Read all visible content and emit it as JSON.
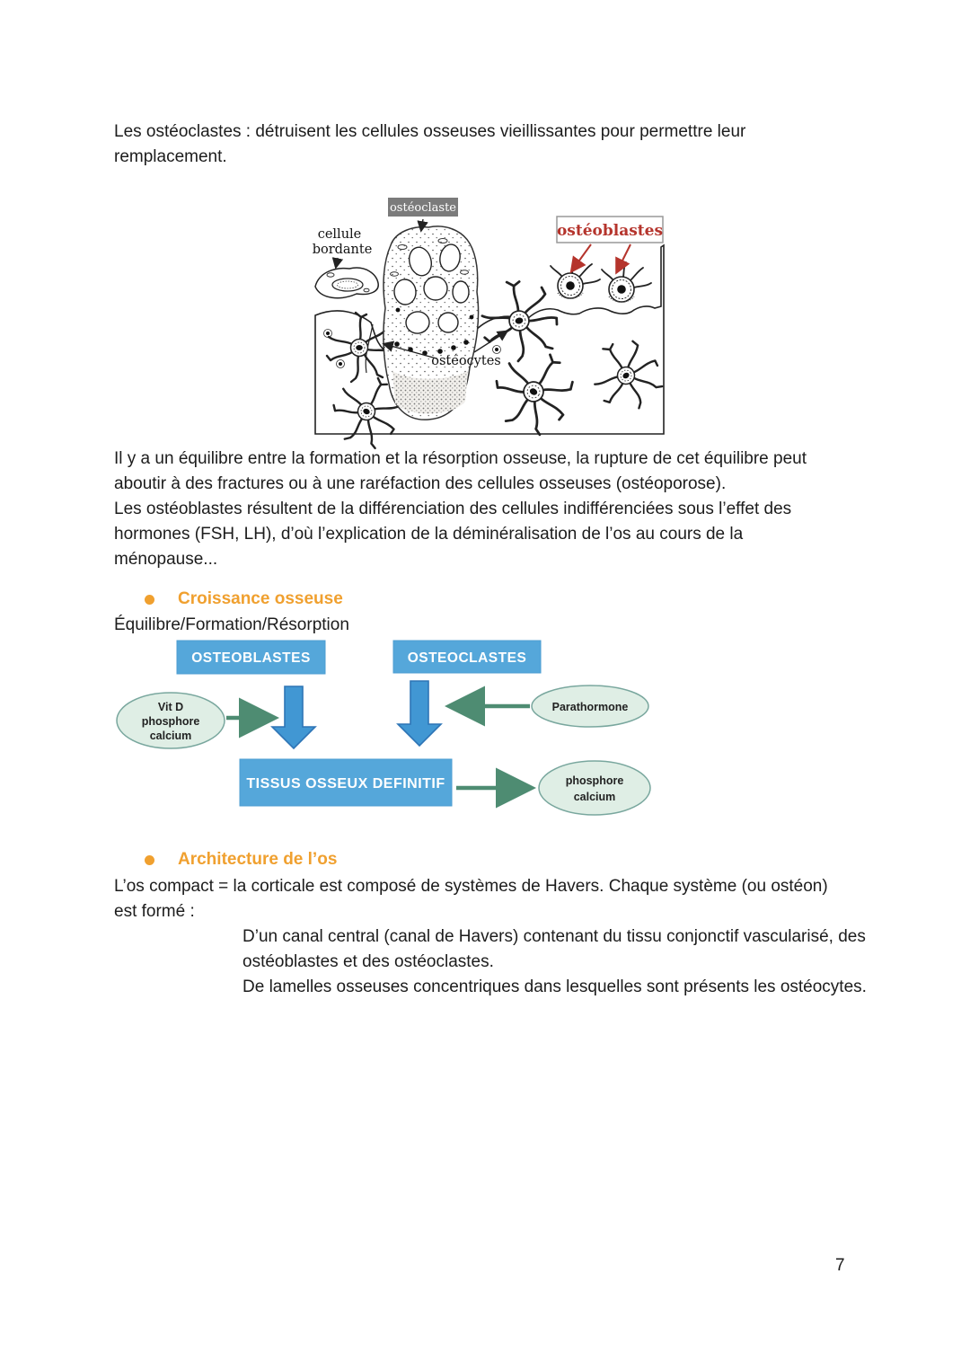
{
  "page": {
    "number": "7"
  },
  "para1": {
    "lines": {
      "0": "Les ostéoclastes : détruisent les cellules osseuses vieillissantes pour permettre leur",
      "1": "remplacement."
    }
  },
  "bone_diagram": {
    "osteoclaste_label": "ostéoclaste",
    "cellule_bordante_line1": "cellule",
    "cellule_bordante_line2": "bordante",
    "osteoblastes_label": "ostéoblastes",
    "osteocytes_label": "ostéocytes"
  },
  "para2": {
    "lines": {
      "0": "Il y a un équilibre entre la formation et la résorption osseuse, la rupture de cet équilibre peut",
      "1": "aboutir à des fractures ou à une raréfaction des cellules osseuses (ostéoporose).",
      "2": "Les ostéoblastes résultent de la différenciation des cellules indifférenciées sous l’effet des",
      "3": "hormones (FSH, LH), d’où l’explication de la déminéralisation de l’os au cours de la",
      "4": "ménopause..."
    }
  },
  "headings": {
    "croissance": "Croissance osseuse",
    "architecture": "Architecture de l’os"
  },
  "subtitle_equilibre": "Équilibre/Formation/Résorption",
  "flowchart": {
    "box_osteoblastes": "OSTEOBLASTES",
    "box_osteoclastes": "OSTEOCLASTES",
    "box_tissus": "TISSUS OSSEUX DEFINITIF",
    "ellipse_vitd_line1": "Vit D",
    "ellipse_vitd_line2": "phosphore",
    "ellipse_vitd_line3": "calcium",
    "ellipse_parathormone": "Parathormone",
    "ellipse_phosca_line1": "phosphore",
    "ellipse_phosca_line2": "calcium"
  },
  "para3": {
    "lines": {
      "0": "L’os compact = la corticale est composé de systèmes de Havers. Chaque système (ou ostéon)",
      "1": "est formé :"
    }
  },
  "para4": {
    "lines": {
      "0": "D’un canal central (canal de Havers) contenant du tissu conjonctif vascularisé, des",
      "1": "ostéoblastes et des ostéoclastes.",
      "2": "De lamelles osseuses concentriques dans lesquelles sont présents les ostéocytes."
    }
  },
  "colors": {
    "heading_orange": "#f0a02f",
    "flow_box_blue": "#55a7da",
    "flow_arrow_blue": "#4197d3",
    "flow_arrow_border": "#2e75b6",
    "flow_ellipse_fill": "#dfeee5",
    "flow_ellipse_border": "#79a79e",
    "flow_connector_green": "#4e8c72",
    "diagram_gray_label": "#7b7b7b",
    "diagram_red": "#b5342c"
  }
}
